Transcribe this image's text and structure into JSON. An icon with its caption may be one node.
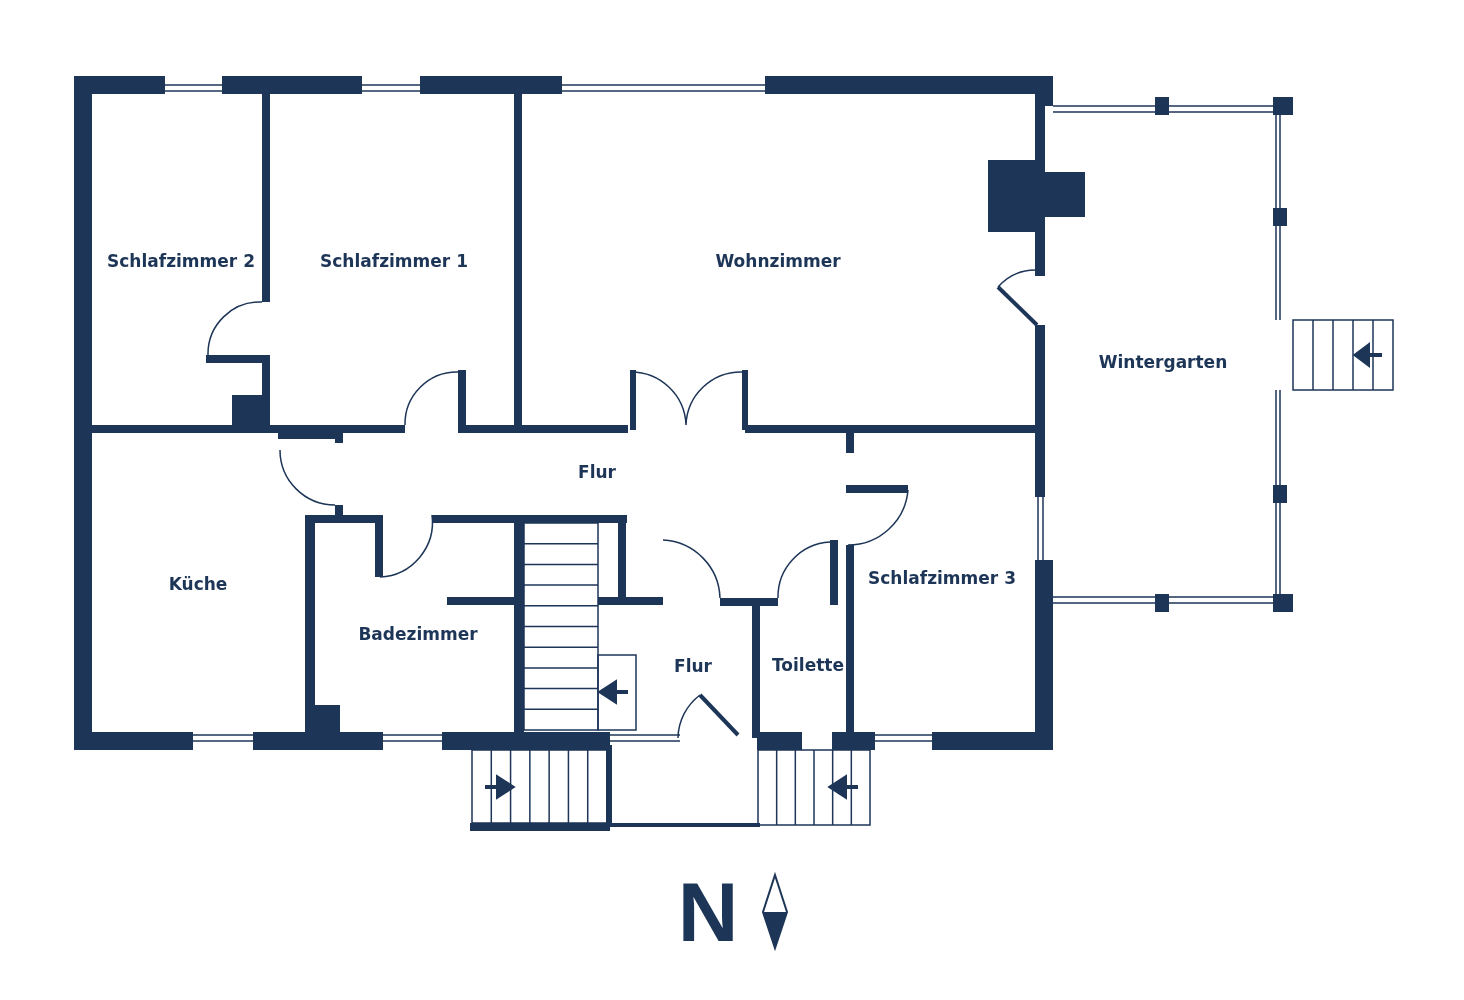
{
  "diagram": {
    "labels": [
      "Schlafzimmer 2",
      "Schlafzimmer 1",
      "Wohnzimmer",
      "Wintergarten",
      "Flur",
      "Küche",
      "Badezimmer",
      "Flur",
      "Toilette",
      "Schlafzimmer 3",
      "N"
    ]
  }
}
